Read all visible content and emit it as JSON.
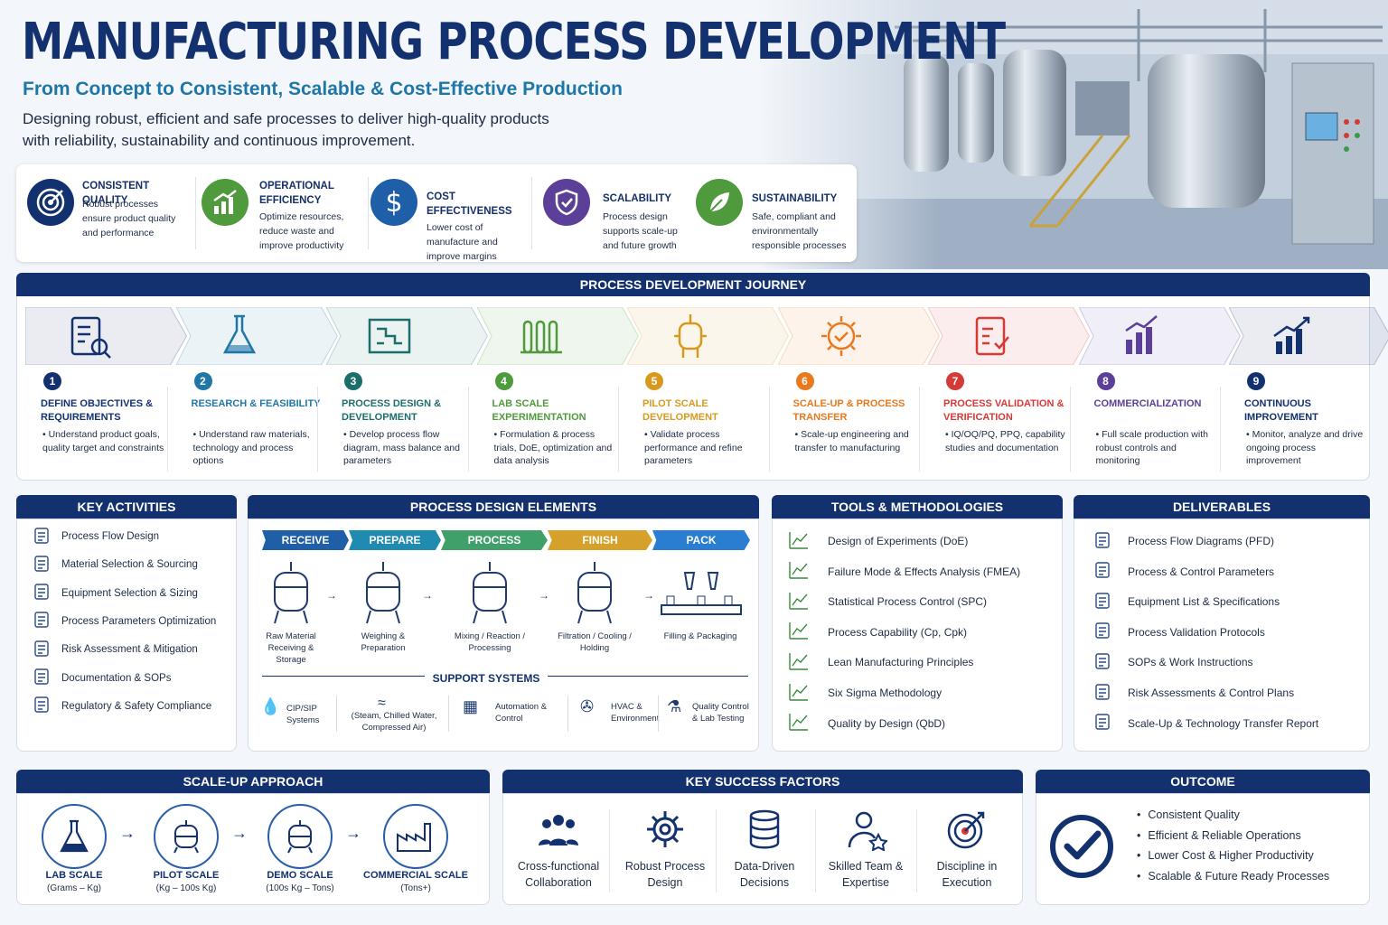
{
  "header": {
    "title": "MANUFACTURING PROCESS DEVELOPMENT",
    "subtitle": "From Concept to Consistent, Scalable & Cost-Effective Production",
    "description": "Designing robust, efficient and safe processes to deliver high-quality products with reliability, sustainability and continuous improvement."
  },
  "benefits": [
    {
      "title": "CONSISTENT QUALITY",
      "text": "Robust processes ensure product quality and performance",
      "icon": "target-icon",
      "color": "#13316f"
    },
    {
      "title": "OPERATIONAL EFFICIENCY",
      "text": "Optimize resources, reduce waste and improve productivity",
      "icon": "growth-chart-icon",
      "color": "#4e9a3c"
    },
    {
      "title": "COST EFFECTIVENESS",
      "text": "Lower cost of manufacture and improve margins",
      "icon": "dollar-icon",
      "color": "#1f5fa8"
    },
    {
      "title": "SCALABILITY",
      "text": "Process design supports scale-up and future growth",
      "icon": "shield-check-icon",
      "color": "#5b3f98"
    },
    {
      "title": "SUSTAINABILITY",
      "text": "Safe, compliant and environmentally responsible processes",
      "icon": "leaf-icon",
      "color": "#4e9a3c"
    }
  ],
  "journey": {
    "title": "PROCESS DEVELOPMENT JOURNEY",
    "steps": [
      {
        "num": "1",
        "title": "DEFINE OBJECTIVES & REQUIREMENTS",
        "text": "• Understand product goals, quality target and constraints",
        "color": "#13316f"
      },
      {
        "num": "2",
        "title": "RESEARCH & FEASIBILITY",
        "text": "• Understand raw materials, technology and process options",
        "color": "#1f77a8"
      },
      {
        "num": "3",
        "title": "PROCESS DESIGN & DEVELOPMENT",
        "text": "• Develop process flow diagram, mass balance and parameters",
        "color": "#1c6e6a"
      },
      {
        "num": "4",
        "title": "LAB SCALE EXPERIMENTATION",
        "text": "• Formulation & process trials, DoE, optimization and data analysis",
        "color": "#4e9a3c"
      },
      {
        "num": "5",
        "title": "PILOT SCALE DEVELOPMENT",
        "text": "• Validate process performance and refine parameters",
        "color": "#d79a1e"
      },
      {
        "num": "6",
        "title": "SCALE-UP & PROCESS TRANSFER",
        "text": "• Scale-up engineering and transfer to manufacturing",
        "color": "#e9791e"
      },
      {
        "num": "7",
        "title": "PROCESS VALIDATION & VERIFICATION",
        "text": "• IQ/OQ/PQ, PPQ, capability studies and documentation",
        "color": "#d63a37"
      },
      {
        "num": "8",
        "title": "COMMERCIALIZATION",
        "text": "• Full scale production with robust controls and monitoring",
        "color": "#5b3f98"
      },
      {
        "num": "9",
        "title": "CONTINUOUS IMPROVEMENT",
        "text": "• Monitor, analyze and drive ongoing process improvement",
        "color": "#13316f"
      }
    ]
  },
  "key_activities": {
    "title": "KEY ACTIVITIES",
    "items": [
      "Process Flow Design",
      "Material Selection & Sourcing",
      "Equipment Selection & Sizing",
      "Process Parameters Optimization",
      "Risk Assessment & Mitigation",
      "Documentation & SOPs",
      "Regulatory & Safety Compliance"
    ]
  },
  "process_design": {
    "title": "PROCESS DESIGN ELEMENTS",
    "stages": [
      {
        "label": "RECEIVE",
        "color": "#1f5fa8"
      },
      {
        "label": "PREPARE",
        "color": "#1f8bb0"
      },
      {
        "label": "PROCESS",
        "color": "#3fa06a"
      },
      {
        "label": "FINISH",
        "color": "#d6a12a"
      },
      {
        "label": "PACK",
        "color": "#2a7ed1"
      }
    ],
    "equipment": [
      "Raw Material Receiving & Storage",
      "Weighing & Preparation",
      "Mixing / Reaction / Processing",
      "Filtration / Cooling / Holding",
      "Filling & Packaging"
    ],
    "support_title": "SUPPORT SYSTEMS",
    "support": [
      "CIP/SIP Systems",
      "(Steam, Chilled Water, Compressed Air)",
      "Automation & Control",
      "HVAC & Environment",
      "Quality Control & Lab Testing"
    ]
  },
  "tools": {
    "title": "TOOLS & METHODOLOGIES",
    "items": [
      "Design of Experiments (DoE)",
      "Failure Mode & Effects Analysis (FMEA)",
      "Statistical Process Control (SPC)",
      "Process Capability (Cp, Cpk)",
      "Lean Manufacturing Principles",
      "Six Sigma Methodology",
      "Quality by Design (QbD)"
    ]
  },
  "deliverables": {
    "title": "DELIVERABLES",
    "items": [
      "Process Flow Diagrams (PFD)",
      "Process & Control Parameters",
      "Equipment List & Specifications",
      "Process Validation Protocols",
      "SOPs & Work Instructions",
      "Risk Assessments & Control Plans",
      "Scale-Up & Technology Transfer Report"
    ]
  },
  "scale_up": {
    "title": "SCALE-UP APPROACH",
    "stages": [
      {
        "title": "LAB SCALE",
        "sub": "(Grams – Kg)"
      },
      {
        "title": "PILOT SCALE",
        "sub": "(Kg – 100s Kg)"
      },
      {
        "title": "DEMO SCALE",
        "sub": "(100s Kg – Tons)"
      },
      {
        "title": "COMMERCIAL SCALE",
        "sub": "(Tons+)"
      }
    ]
  },
  "success": {
    "title": "KEY SUCCESS FACTORS",
    "items": [
      "Cross-functional Collaboration",
      "Robust Process Design",
      "Data-Driven Decisions",
      "Skilled Team & Expertise",
      "Discipline in Execution"
    ]
  },
  "outcome": {
    "title": "OUTCOME",
    "items": [
      "Consistent Quality",
      "Efficient & Reliable Operations",
      "Lower Cost & Higher Productivity",
      "Scalable & Future Ready Processes"
    ]
  }
}
